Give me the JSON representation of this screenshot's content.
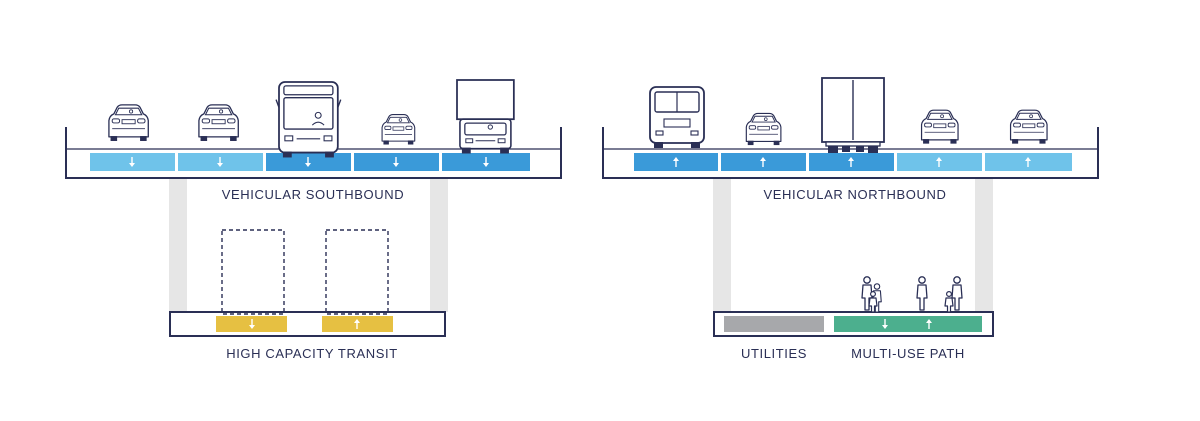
{
  "labels": {
    "southbound": "VEHICULAR SOUTHBOUND",
    "northbound": "VEHICULAR NORTHBOUND",
    "transit": "HIGH CAPACITY TRANSIT",
    "utilities": "UTILITIES",
    "multi_use": "MULTI-USE PATH"
  },
  "colors": {
    "outline": "#2a2f55",
    "lane_light": "#6fc3ea",
    "lane_dark": "#3a9ad9",
    "transit": "#e6c042",
    "utilities": "#a7a8ab",
    "path": "#4caf8e",
    "pillar": "#e6e6e6"
  },
  "southbound": {
    "vehicles": [
      "car-icon",
      "car-icon",
      "bus-icon",
      "car-icon",
      "truck-icon"
    ],
    "lanes": [
      {
        "direction": "down",
        "shade": "light"
      },
      {
        "direction": "down",
        "shade": "light"
      },
      {
        "direction": "down",
        "shade": "dark"
      },
      {
        "direction": "down",
        "shade": "dark"
      },
      {
        "direction": "down",
        "shade": "dark"
      }
    ]
  },
  "northbound": {
    "vehicles": [
      "bus-icon",
      "car-icon",
      "truck-icon",
      "car-icon",
      "car-icon"
    ],
    "lanes": [
      {
        "direction": "up",
        "shade": "dark"
      },
      {
        "direction": "up",
        "shade": "dark"
      },
      {
        "direction": "up",
        "shade": "dark"
      },
      {
        "direction": "up",
        "shade": "light"
      },
      {
        "direction": "up",
        "shade": "light"
      }
    ]
  },
  "transit": {
    "lanes": [
      {
        "direction": "down"
      },
      {
        "direction": "up"
      }
    ]
  },
  "multi_use_path": {
    "directions": [
      "down",
      "up"
    ],
    "figures": [
      "pedestrian-group-icon",
      "pedestrian-icon",
      "pedestrian-group-icon"
    ]
  }
}
